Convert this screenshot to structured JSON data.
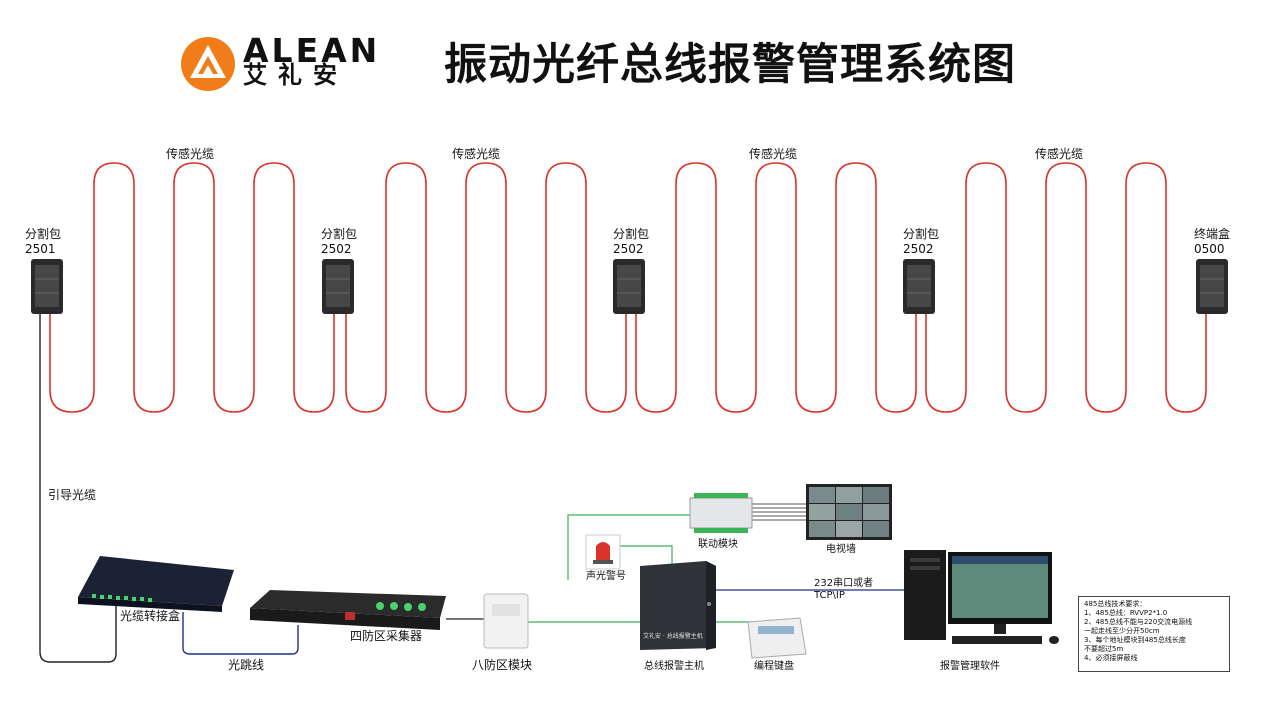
{
  "title": "振动光纤总线报警管理系统图",
  "logo": {
    "en": "ALEAN",
    "cn": "艾礼安"
  },
  "colors": {
    "brand_orange": "#f07d1a",
    "cable_red": "#d9342b",
    "link_green": "#3db05a",
    "link_blue": "#1f2f8a"
  },
  "cable_labels": [
    "传感光缆",
    "传感光缆",
    "传感光缆",
    "传感光缆"
  ],
  "boxes": [
    {
      "name": "分割包",
      "code": "2501"
    },
    {
      "name": "分割包",
      "code": "2502"
    },
    {
      "name": "分割包",
      "code": "2502"
    },
    {
      "name": "分割包",
      "code": "2502"
    },
    {
      "name": "终端盒",
      "code": "0500"
    }
  ],
  "devices": {
    "lead_cable": "引导光缆",
    "junction_box": "光缆转接盒",
    "patch_cable": "光跳线",
    "collector": "四防区采集器",
    "eight_zone": "八防区模块",
    "linkage": "联动模块",
    "tv_wall": "电视墙",
    "siren": "声光警号",
    "host": "总线报警主机",
    "host_brand": "艾礼安 · 总线报警主机",
    "keypad": "编程键盘",
    "comm": "232串口或者",
    "comm2": "TCP\\IP",
    "software": "报警管理软件"
  },
  "notes": {
    "title": "485总线技术要求：",
    "lines": [
      "1、485总线：RVVP2*1.0",
      "2、485总线不能与220交流电源线",
      "一起走线至少分开50cm",
      "3、每个地址模块到485总线长度",
      "不要超过5m",
      "4、必须接屏蔽线"
    ]
  }
}
